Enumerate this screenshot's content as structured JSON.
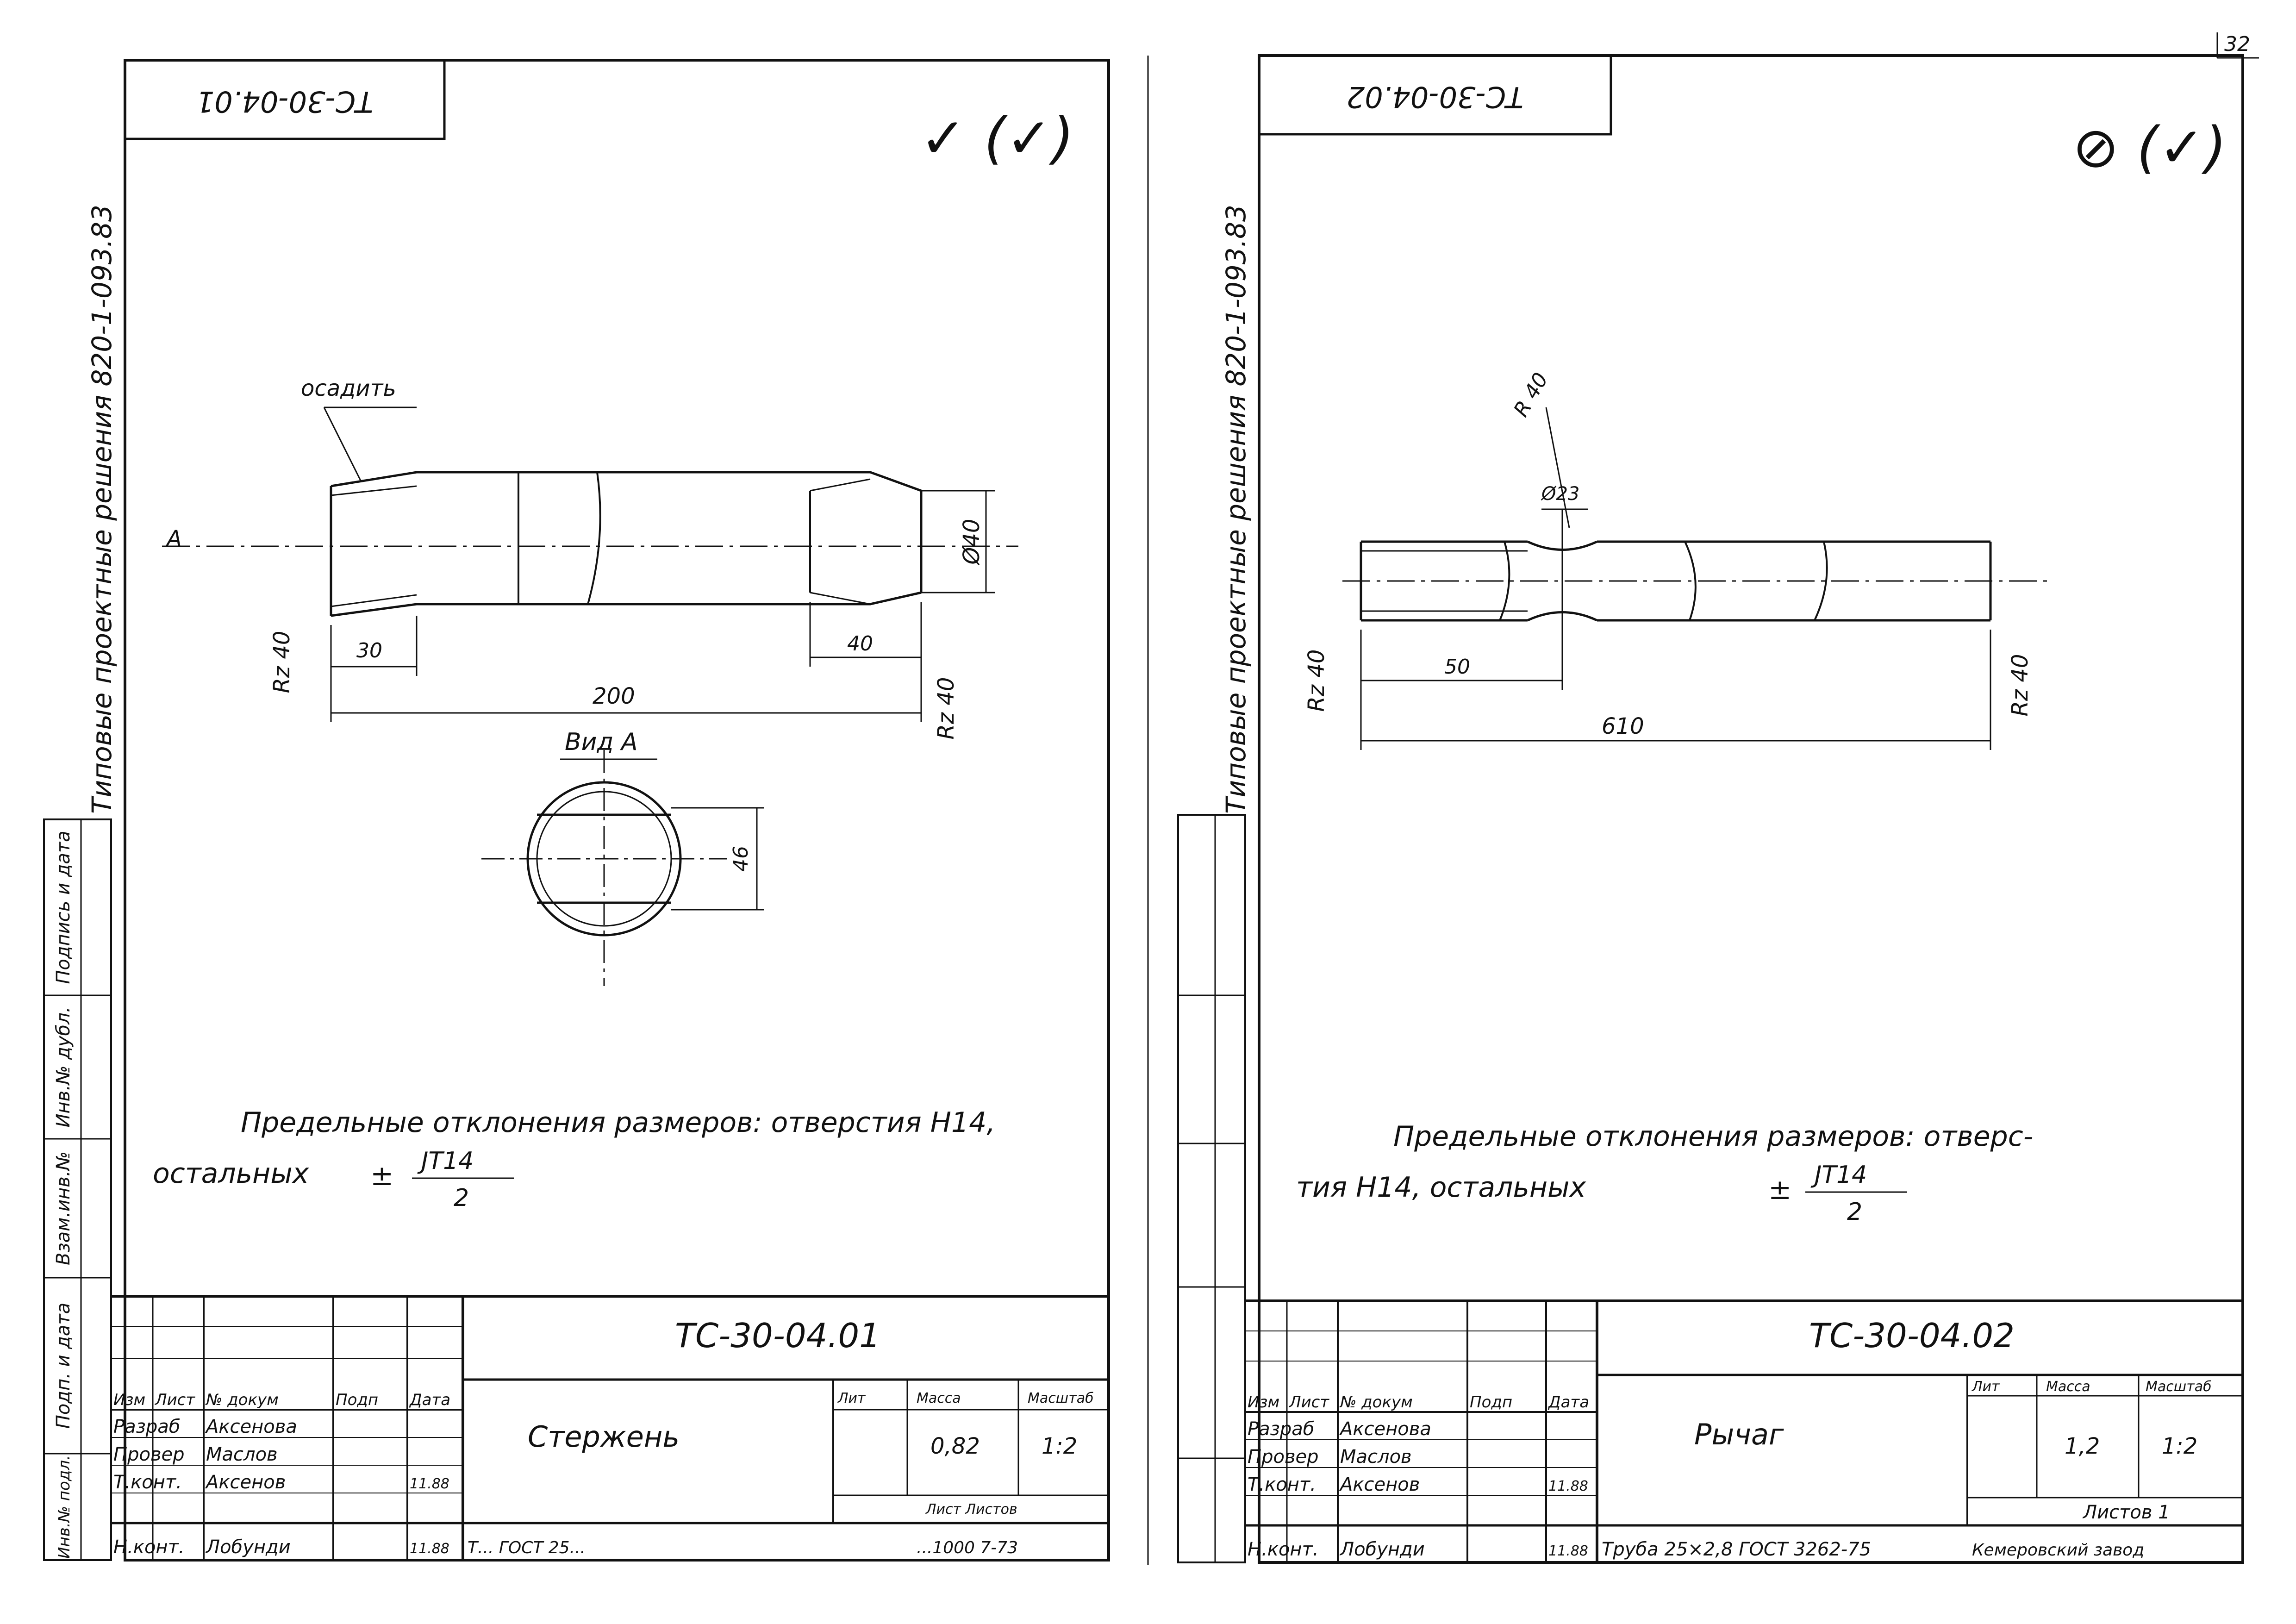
{
  "page_number": "32",
  "sheet1": {
    "code_rotated": "ТС-30-04.01",
    "series_vertical": "Типовые проектные решения 820-1-093.83",
    "roughness_mark": "✓ (✓)",
    "note_upset": "осадить",
    "label_a": "А",
    "dim_30": "30",
    "dim_40": "40",
    "dim_200": "200",
    "dim_dia40": "Ø40",
    "rough_left": "Rz 40",
    "rough_right": "Rz 40",
    "view_label": "Вид А",
    "dim_46": "46",
    "tolerance_line1": "Предельные отклонения размеров: отверстия H14,",
    "tolerance_line2_prefix": "остальных",
    "tolerance_pm": "±",
    "tolerance_num": "JT14",
    "tolerance_den": "2",
    "title_code": "ТС-30-04.01",
    "part_name": "Стержень",
    "mass": "0,82",
    "scale": "1:2",
    "hdr_lit": "Лит",
    "hdr_mass": "Масса",
    "hdr_scale": "Масштаб",
    "sheet_row": "Лист  Листов",
    "row_izm": "Изм",
    "row_list": "Лист",
    "row_doc": "№ докум",
    "row_sign": "Подп",
    "row_date": "Дата",
    "razrab_label": "Разраб",
    "razrab_name": "Аксенова",
    "prov_label": "Провер",
    "prov_name": "Маслов",
    "tkont_label": "Т.конт.",
    "tkont_name": "Аксенов",
    "nkont_label": "Н.конт.",
    "nkont_name": "Лобунди",
    "date1": "11.88",
    "date2": "11.88",
    "material": "Т... ГОСТ 25...",
    "maker": "...1000   7-73"
  },
  "sheet2": {
    "code_rotated": "ТС-30-04.02",
    "series_vertical": "Типовые проектные решения 820-1-093.83",
    "roughness_mark": "⊘ (✓)",
    "rough_r40_top": "R 40",
    "dim_dia23": "Ø23",
    "dim_50": "50",
    "dim_610": "610",
    "rough_left": "Rz 40",
    "rough_right": "Rz 40",
    "tolerance_line1": "Предельные отклонения размеров: отверс-",
    "tolerance_line2_prefix": "тия H14, остальных",
    "tolerance_pm": "±",
    "tolerance_num": "JT14",
    "tolerance_den": "2",
    "title_code": "ТС-30-04.02",
    "part_name": "Рычаг",
    "mass": "1,2",
    "scale": "1:2",
    "hdr_lit": "Лит",
    "hdr_mass": "Масса",
    "hdr_scale": "Масштаб",
    "sheets_label": "Листов 1",
    "row_izm": "Изм",
    "row_list": "Лист",
    "row_doc": "№ докум",
    "row_sign": "Подп",
    "row_date": "Дата",
    "razrab_label": "Разраб",
    "razrab_name": "Аксенова",
    "prov_label": "Провер",
    "prov_name": "Маслов",
    "tkont_label": "Т.конт.",
    "tkont_name": "Аксенов",
    "nkont_label": "Н.конт.",
    "nkont_name": "Лобунди",
    "date1": "11.88",
    "date2": "11.88",
    "material": "Труба 25×2,8 ГОСТ 3262-75",
    "maker": "Кемеровский завод"
  },
  "side_stamp": {
    "col1": "Подпись и дата",
    "col2": "Инв.№ дубл.",
    "col3": "Взам.инв.№",
    "col4": "Подп. и дата",
    "col5": "Инв.№ подл."
  }
}
